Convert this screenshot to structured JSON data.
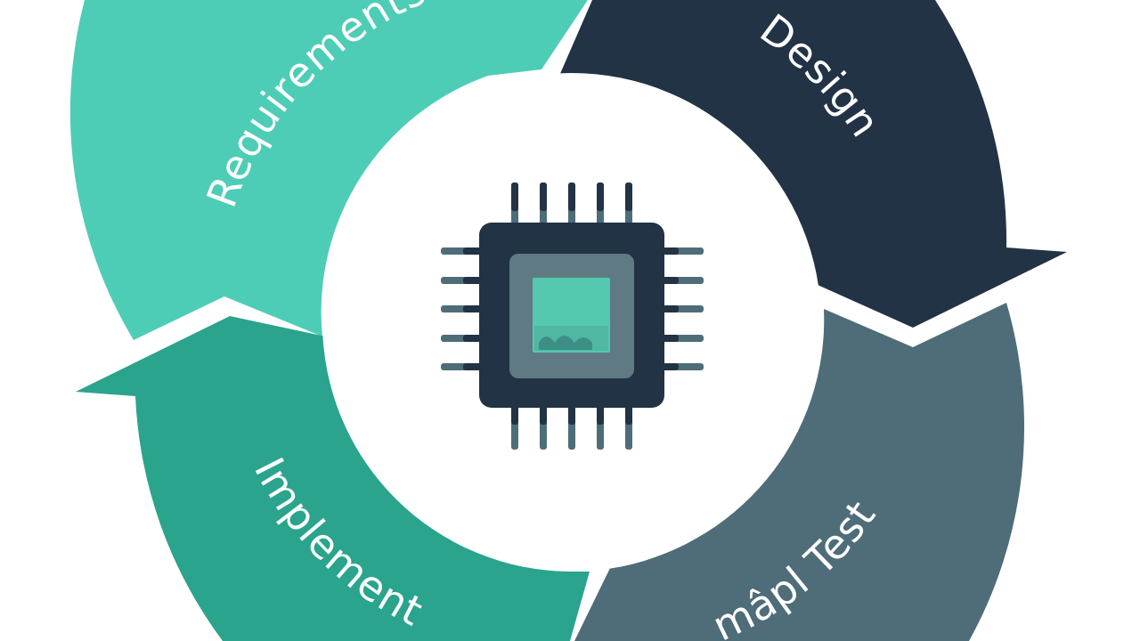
{
  "diagram": {
    "type": "cycle",
    "segments": [
      {
        "id": "requirements",
        "label": "Requirements",
        "color": "#4ecdb6"
      },
      {
        "id": "design",
        "label": "Design",
        "color": "#213344"
      },
      {
        "id": "test",
        "label": "mâpl Test",
        "color": "#4f6d78"
      },
      {
        "id": "implement",
        "label": "Implement",
        "color": "#2aa48c"
      }
    ],
    "center": {
      "icon": "microchip-icon",
      "colors": {
        "body": "#213344",
        "pins_light": "#4f6d78",
        "die": "#5f7a82",
        "core": "#55c9b0"
      }
    }
  }
}
